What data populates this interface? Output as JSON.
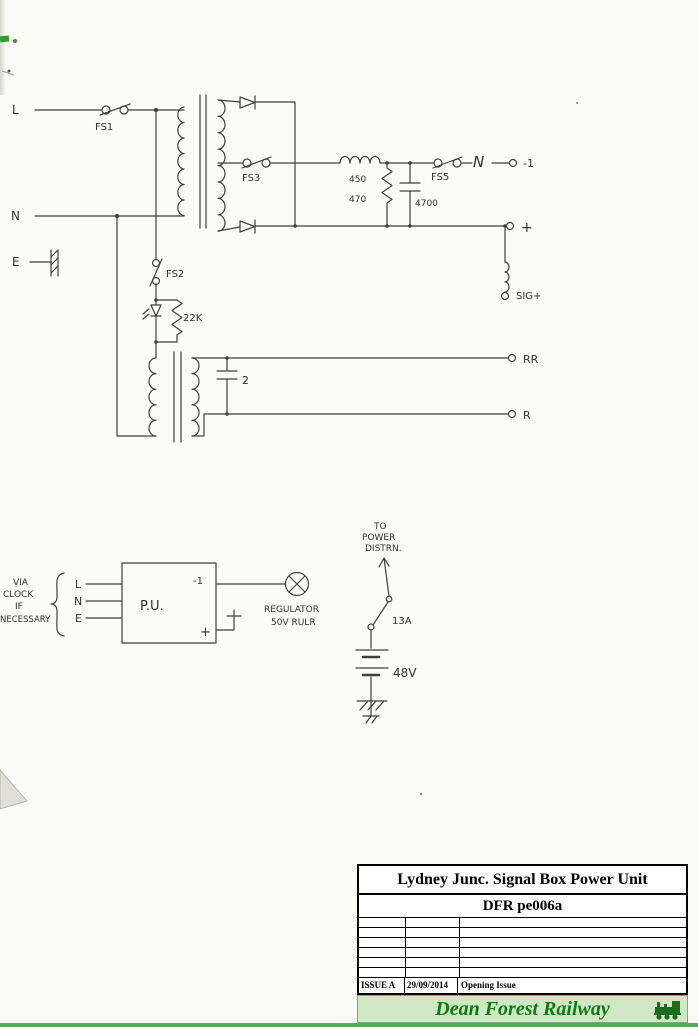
{
  "c1": {
    "l": "L",
    "n": "N",
    "e": "E",
    "fs1": "FS1",
    "fs2": "FS2",
    "fs3": "FS3",
    "fs5": "FS5",
    "v450": "450",
    "v470": "470",
    "v4700": "4700",
    "r22k": "22K",
    "cap2": "2",
    "link_n": "N",
    "out_neg": "-1",
    "out_pos": "+",
    "out_sig": "SIG+",
    "out_rr": "RR",
    "out_r": "R"
  },
  "c2": {
    "note_via": "VIA",
    "note_clock": "CLOCK",
    "note_if": "IF",
    "note_necessary": "NECESSARY",
    "l": "L",
    "n": "N",
    "e": "E",
    "pu": "P.U.",
    "neg": "-1",
    "pos": "+",
    "reg1": "REGULATOR",
    "reg2": "50V RULR",
    "to": "TO",
    "power": "POWER",
    "distrn": "DISTRN.",
    "amp": "13A",
    "volt": "48V"
  },
  "tb": {
    "title": "Lydney Junc. Signal Box Power Unit",
    "number": "DFR pe006a",
    "issue": "ISSUE A",
    "date": "29/09/2014",
    "desc": "Opening Issue",
    "company": "Dean Forest Railway",
    "banner_bg": "#cde8c3",
    "banner_text_color": "#117a11",
    "strip_color": "#57a857",
    "ink_color": "#3f3f3f"
  }
}
